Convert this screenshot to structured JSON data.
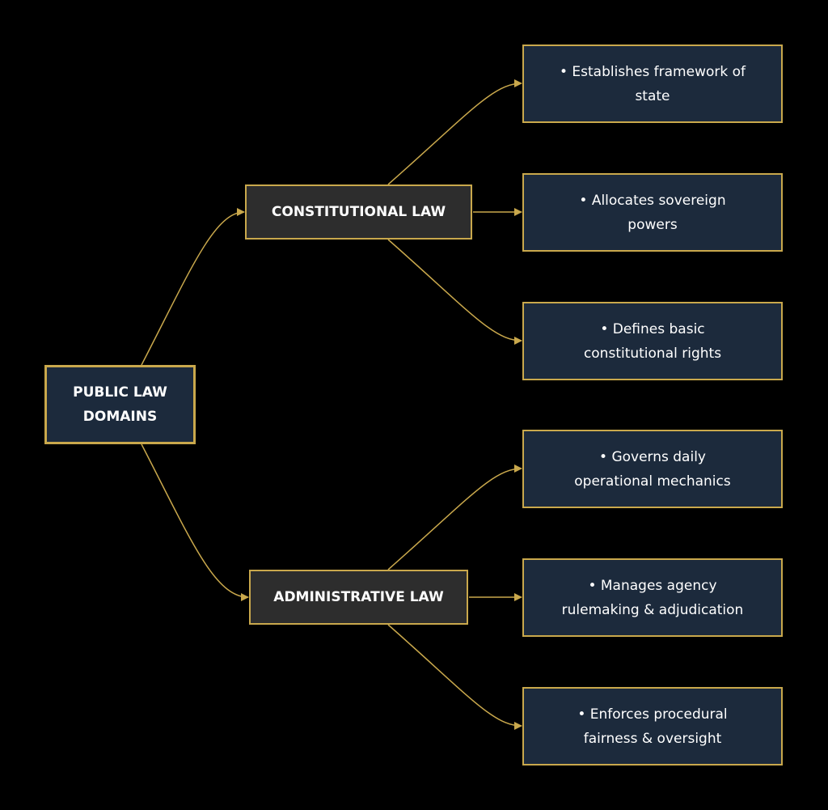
{
  "colors": {
    "background": "#000000",
    "border": "#c9a84c",
    "edge": "#c9a84c",
    "node_fill_navy": "#1c2a3c",
    "node_fill_gray": "#2d2d2d",
    "text": "#ffffff"
  },
  "diagram": {
    "root": {
      "label": "PUBLIC LAW DOMAINS"
    },
    "branches": [
      {
        "label": "CONSTITUTIONAL LAW",
        "children": [
          "• Establishes framework of state",
          "• Allocates sovereign powers",
          "• Defines basic constitutional rights"
        ]
      },
      {
        "label": "ADMINISTRATIVE LAW",
        "children": [
          "• Governs daily operational mechanics",
          "• Manages agency rulemaking & adjudication",
          "• Enforces procedural fairness & oversight"
        ]
      }
    ]
  }
}
